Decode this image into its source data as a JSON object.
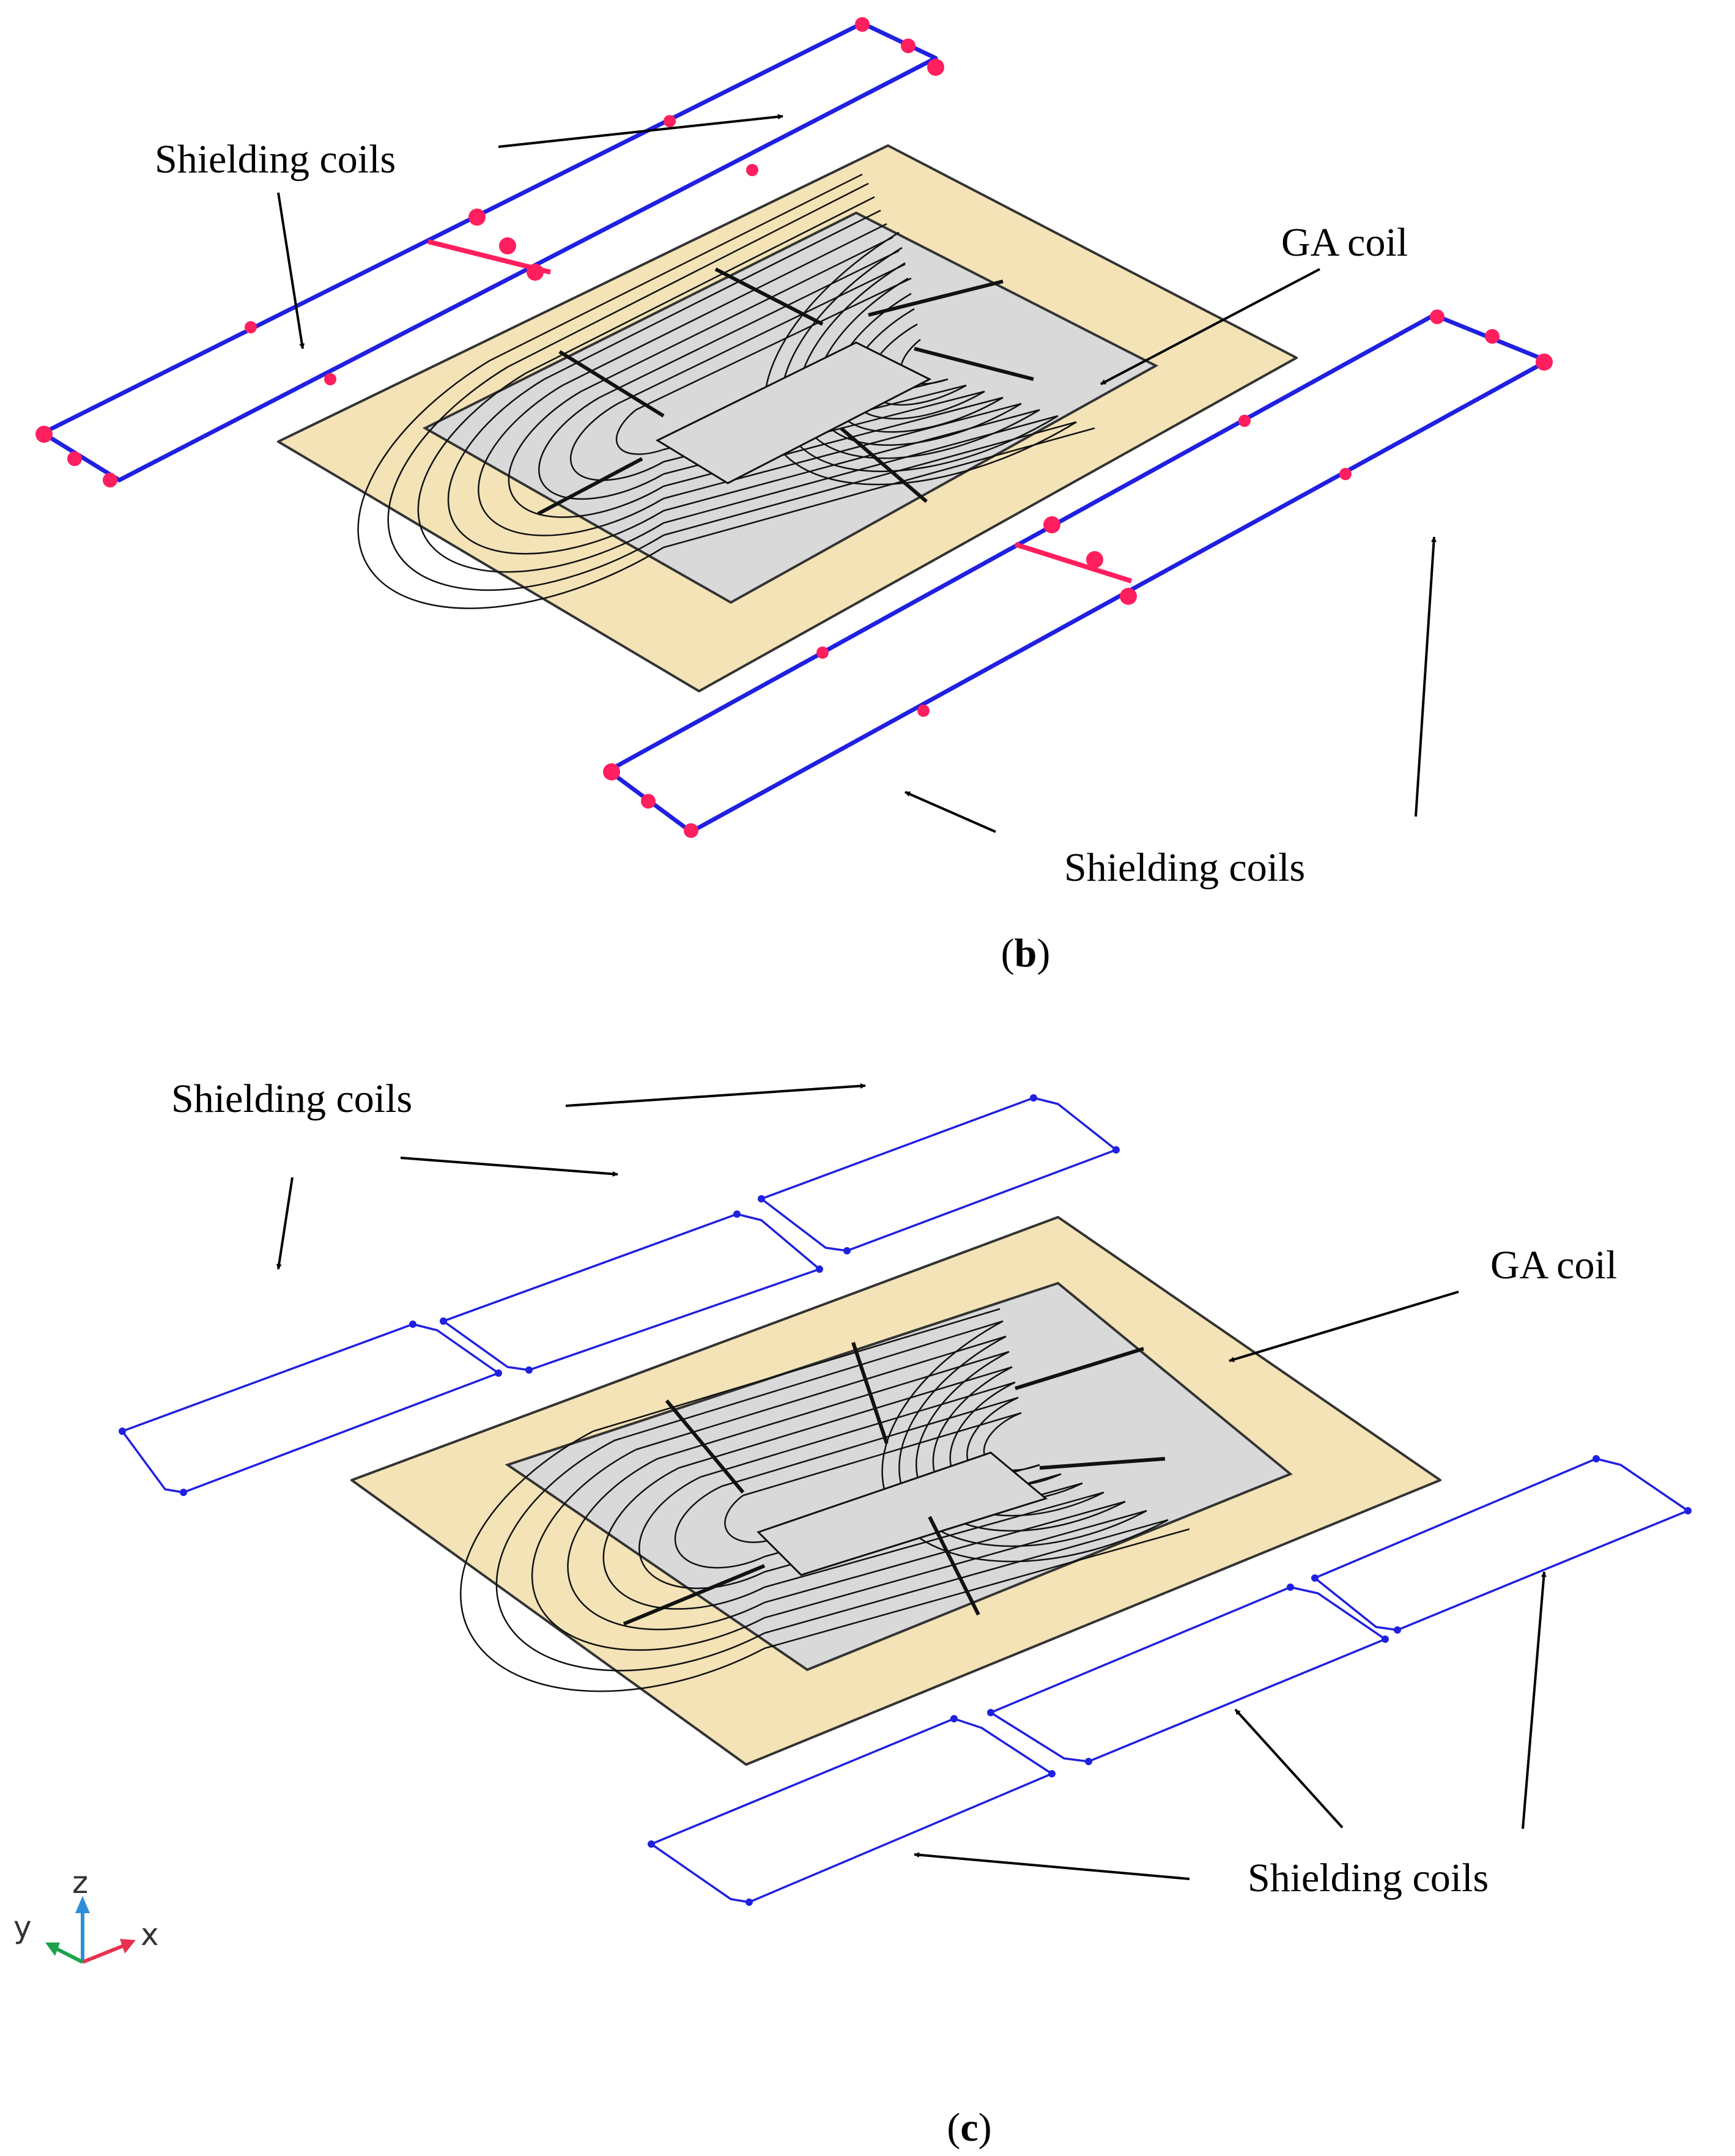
{
  "panel_b": {
    "caption_open": "(",
    "caption_letter": "b",
    "caption_close": ")",
    "label_shield_left": "Shielding coils",
    "label_ga": "GA coil",
    "label_shield_right": "Shielding coils"
  },
  "panel_c": {
    "caption_open": "(",
    "caption_letter": "c",
    "caption_close": ")",
    "label_shield_top": "Shielding coils",
    "label_ga": "GA coil",
    "label_shield_bottom": "Shielding coils"
  },
  "axes": {
    "z": "z",
    "y": "y",
    "x": "x"
  },
  "colors": {
    "base_plate": "#f3e3b6",
    "coil_area": "#d9d9d9",
    "shield_coil": "#2020e0",
    "shield_current_marker": "#ff1f5e",
    "winding": "#111111",
    "axis_x": "#e8304f",
    "axis_y": "#1aa34a",
    "axis_z": "#2e8fd8"
  }
}
